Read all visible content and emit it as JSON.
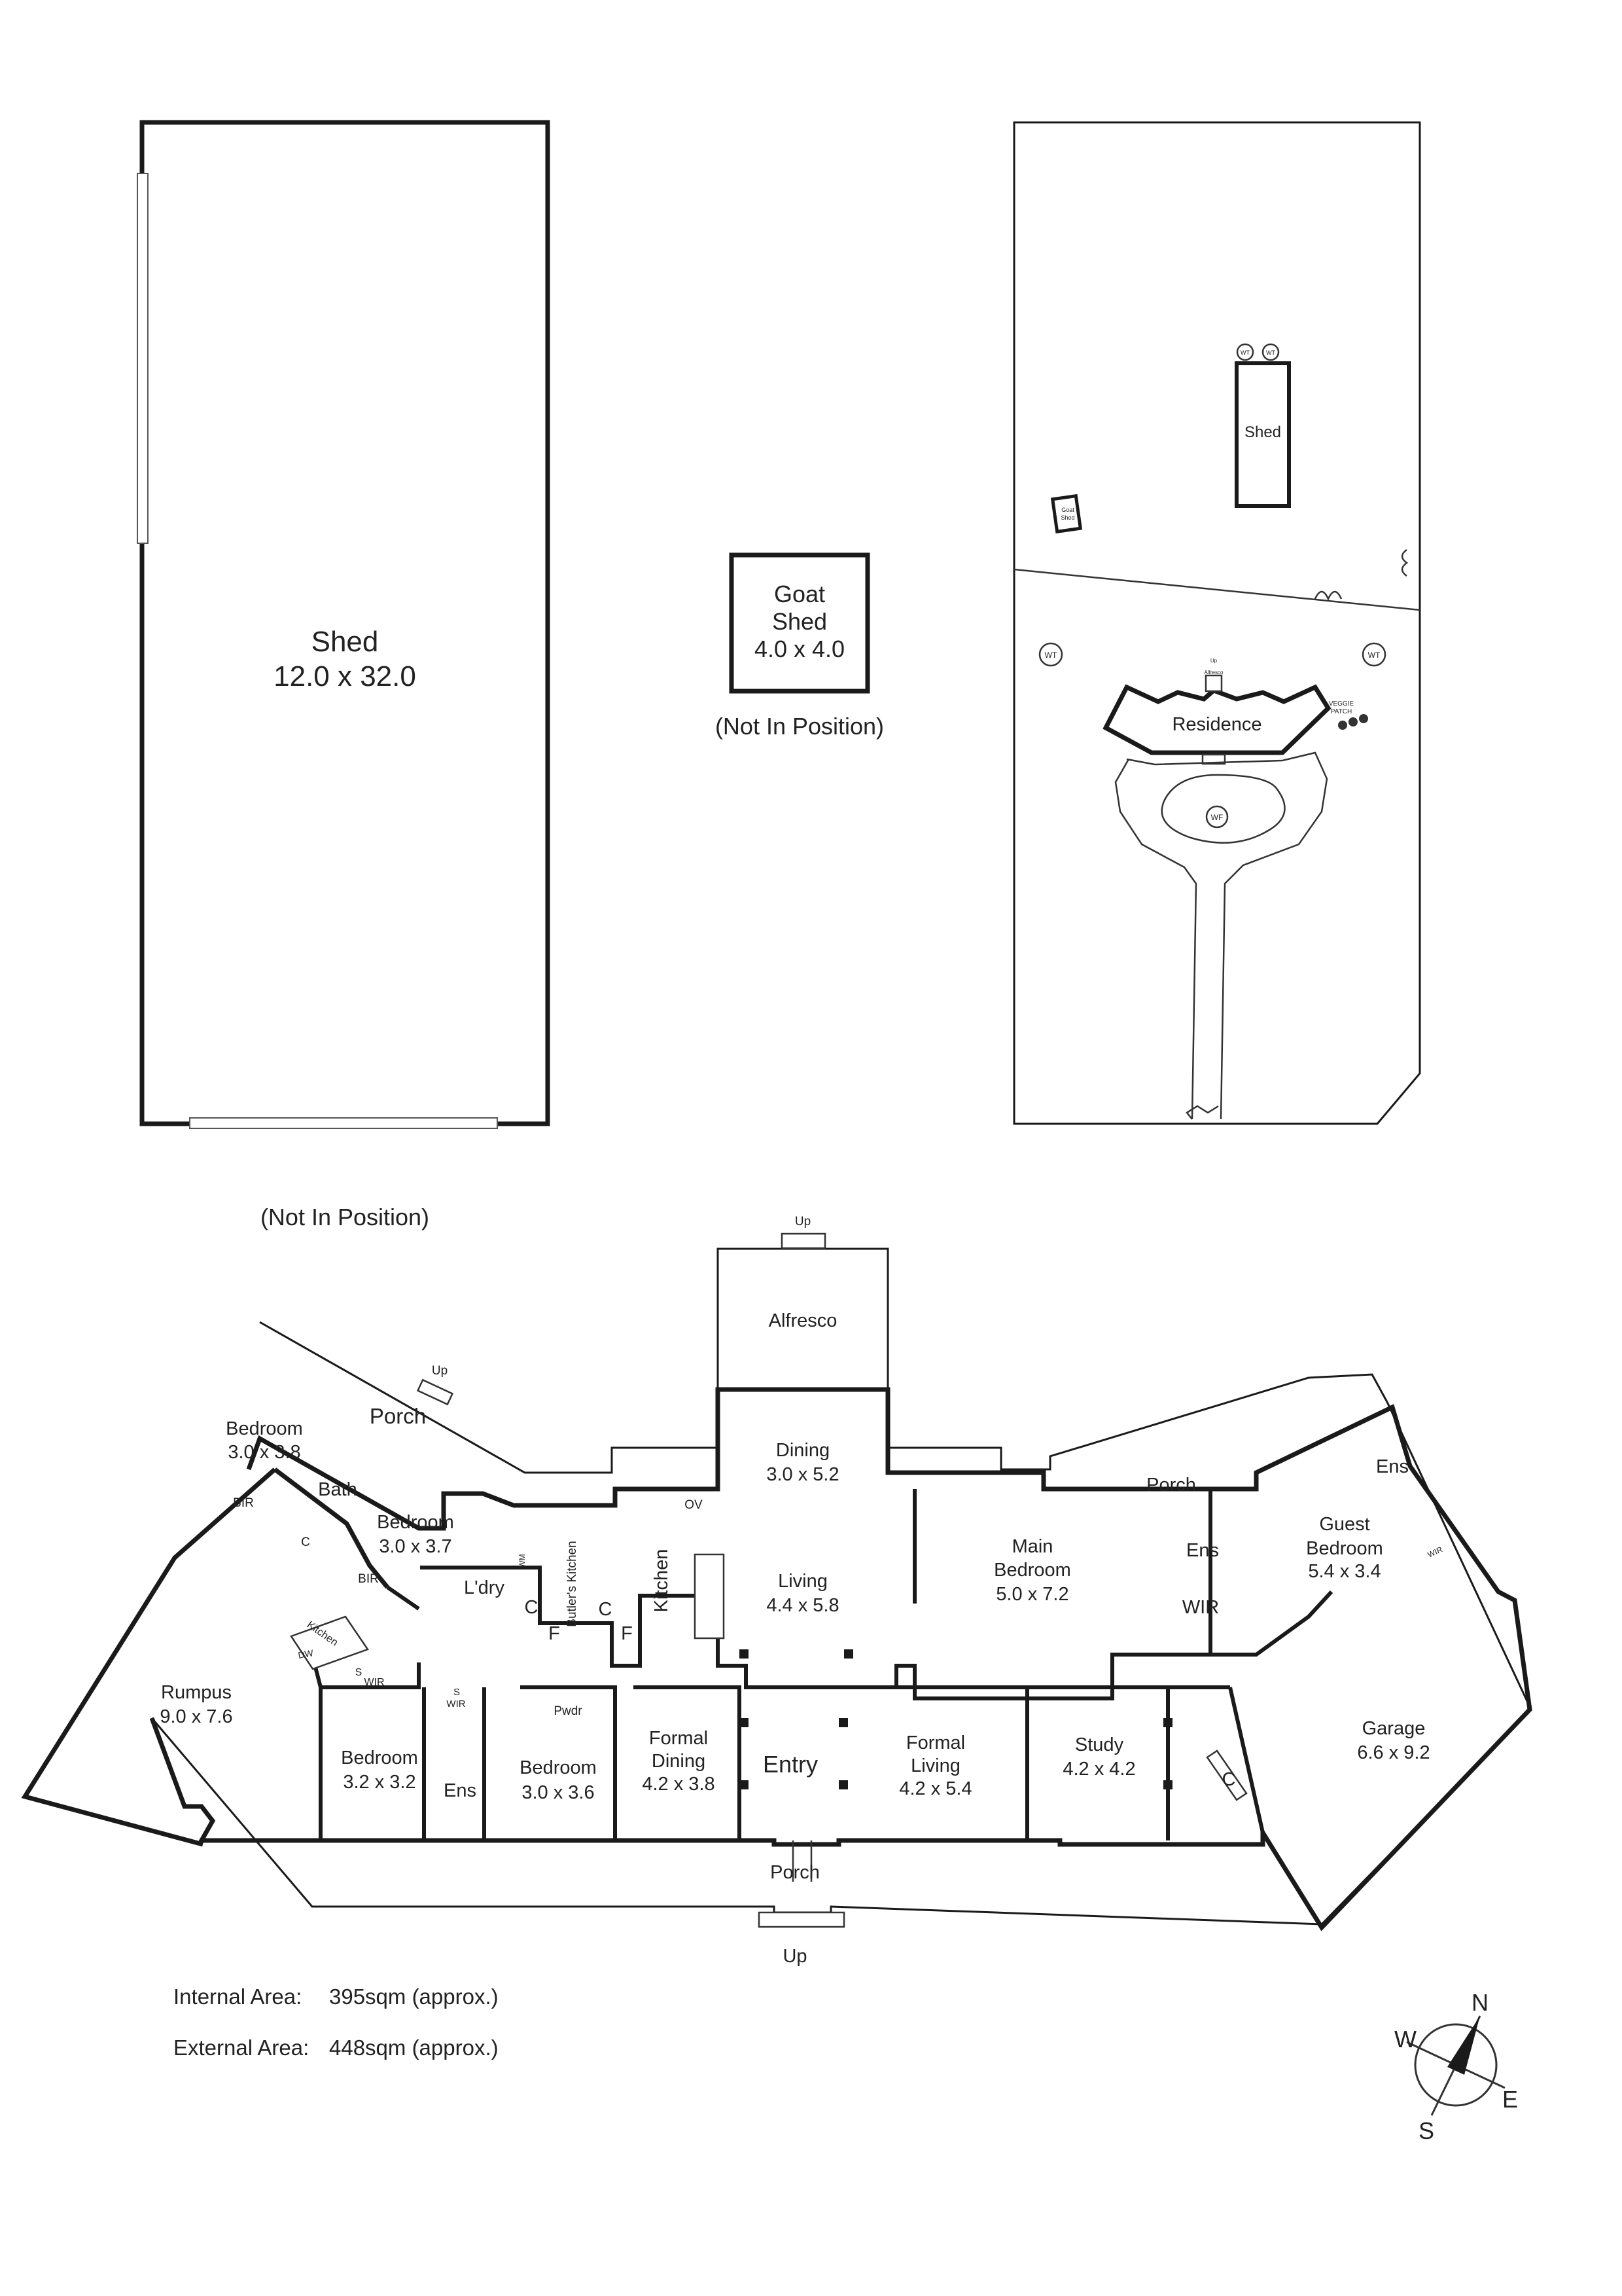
{
  "shed_large": {
    "title": "Shed",
    "size": "12.0 x 32.0",
    "note": "(Not In Position)"
  },
  "goat_shed": {
    "line1": "Goat",
    "line2": "Shed",
    "size": "4.0 x 4.0",
    "note": "(Not In Position)"
  },
  "site_plan": {
    "shed": "Shed",
    "goat_shed_1": "Goat",
    "goat_shed_2": "Shed",
    "residence": "Residence",
    "alfresco": "Alfresco",
    "veggie_1": "VEGGIE",
    "veggie_2": "PATCH",
    "wt": "WT",
    "wf": "WF",
    "up": "Up"
  },
  "rooms": {
    "alfresco": {
      "name": "Alfresco",
      "up": "Up"
    },
    "porch_nw": {
      "name": "Porch",
      "up": "Up"
    },
    "bed_nw": {
      "name": "Bedroom",
      "size": "3.0 x 3.8"
    },
    "bath": {
      "name": "Bath"
    },
    "bed_2": {
      "name": "Bedroom",
      "size": "3.0 x 3.7"
    },
    "bir_1": "BIR",
    "bir_2": "BIR",
    "c": "C",
    "f": "F",
    "s": "S",
    "wm": "WM",
    "ov": "OV",
    "dw": "DW",
    "laundry": "L'dry",
    "butlers": "Butler's Kitchen",
    "kitchen": "Kitchen",
    "dining": {
      "name": "Dining",
      "size": "3.0 x 5.2"
    },
    "living": {
      "name": "Living",
      "size": "4.4 x 5.8"
    },
    "main_bed": {
      "name1": "Main",
      "name2": "Bedroom",
      "size": "5.0 x 7.2"
    },
    "porch_ne": {
      "name": "Porch"
    },
    "ens": "Ens",
    "wir": "WIR",
    "guest_bed": {
      "name1": "Guest",
      "name2": "Bedroom",
      "size": "5.4 x 3.4"
    },
    "rumpus": {
      "name": "Rumpus",
      "size": "9.0 x 7.6"
    },
    "rumpus_kitchen": "Kitchen",
    "bed_sw": {
      "name": "Bedroom",
      "size": "3.2 x 3.2"
    },
    "bed_s": {
      "name": "Bedroom",
      "size": "3.0 x 3.6"
    },
    "pwdr": "Pwdr",
    "formal_dining": {
      "name1": "Formal",
      "name2": "Dining",
      "size": "4.2 x 3.8"
    },
    "entry": {
      "name": "Entry"
    },
    "formal_living": {
      "name1": "Formal",
      "name2": "Living",
      "size": "4.2 x 5.4"
    },
    "study": {
      "name": "Study",
      "size": "4.2 x 4.2"
    },
    "garage": {
      "name": "Garage",
      "size": "6.6 x 9.2"
    },
    "porch_s": {
      "name": "Porch",
      "up": "Up"
    }
  },
  "areas": {
    "internal_label": "Internal Area:",
    "internal_value": "395sqm (approx.)",
    "external_label": "External Area:",
    "external_value": "448sqm (approx.)"
  },
  "compass": {
    "n": "N",
    "e": "E",
    "s": "S",
    "w": "W"
  }
}
